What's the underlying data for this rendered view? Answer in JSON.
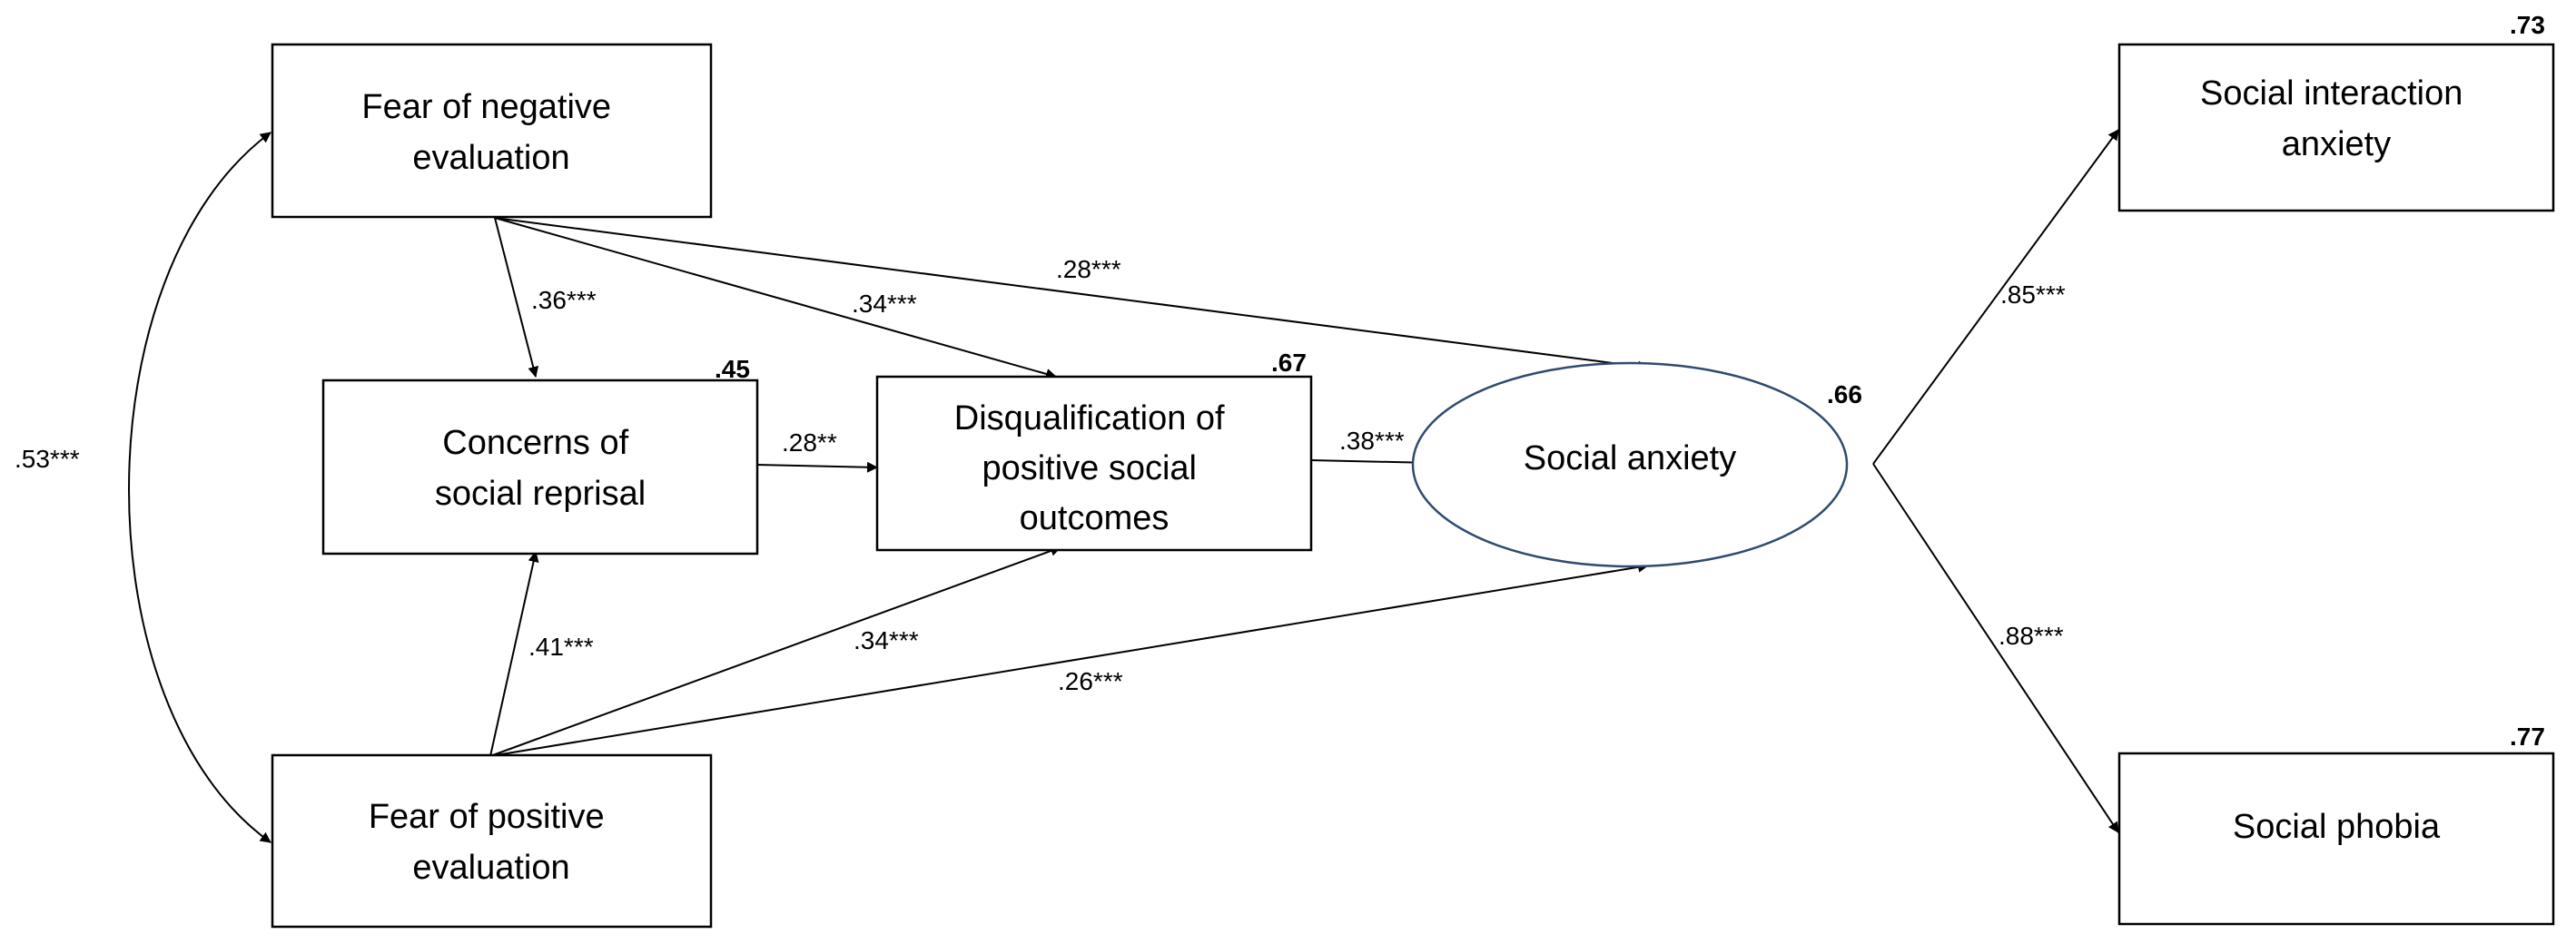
{
  "nodes": {
    "fne": {
      "lines": [
        "Fear of negative",
        "evaluation"
      ]
    },
    "csr": {
      "lines": [
        "Concerns of",
        "social reprisal"
      ],
      "r2": ".45"
    },
    "dpo": {
      "lines": [
        "Disqualification of",
        "positive social",
        "outcomes"
      ],
      "r2": ".67"
    },
    "fpe": {
      "lines": [
        "Fear of positive",
        "evaluation"
      ]
    },
    "sa": {
      "lines": [
        "Social anxiety"
      ],
      "r2": ".66"
    },
    "sia": {
      "lines": [
        "Social interaction",
        "anxiety"
      ],
      "r2": ".73"
    },
    "sp": {
      "lines": [
        "Social phobia"
      ],
      "r2": ".77"
    }
  },
  "paths": {
    "fne_fpe_cov": ".53***",
    "fne_csr": ".36***",
    "fne_dpo": ".34***",
    "fne_sa": ".28***",
    "csr_dpo": ".28**",
    "dpo_sa": ".38***",
    "fpe_csr": ".41***",
    "fpe_dpo": ".34***",
    "fpe_sa": ".26***",
    "sa_sia": ".85***",
    "sa_sp": ".88***"
  }
}
